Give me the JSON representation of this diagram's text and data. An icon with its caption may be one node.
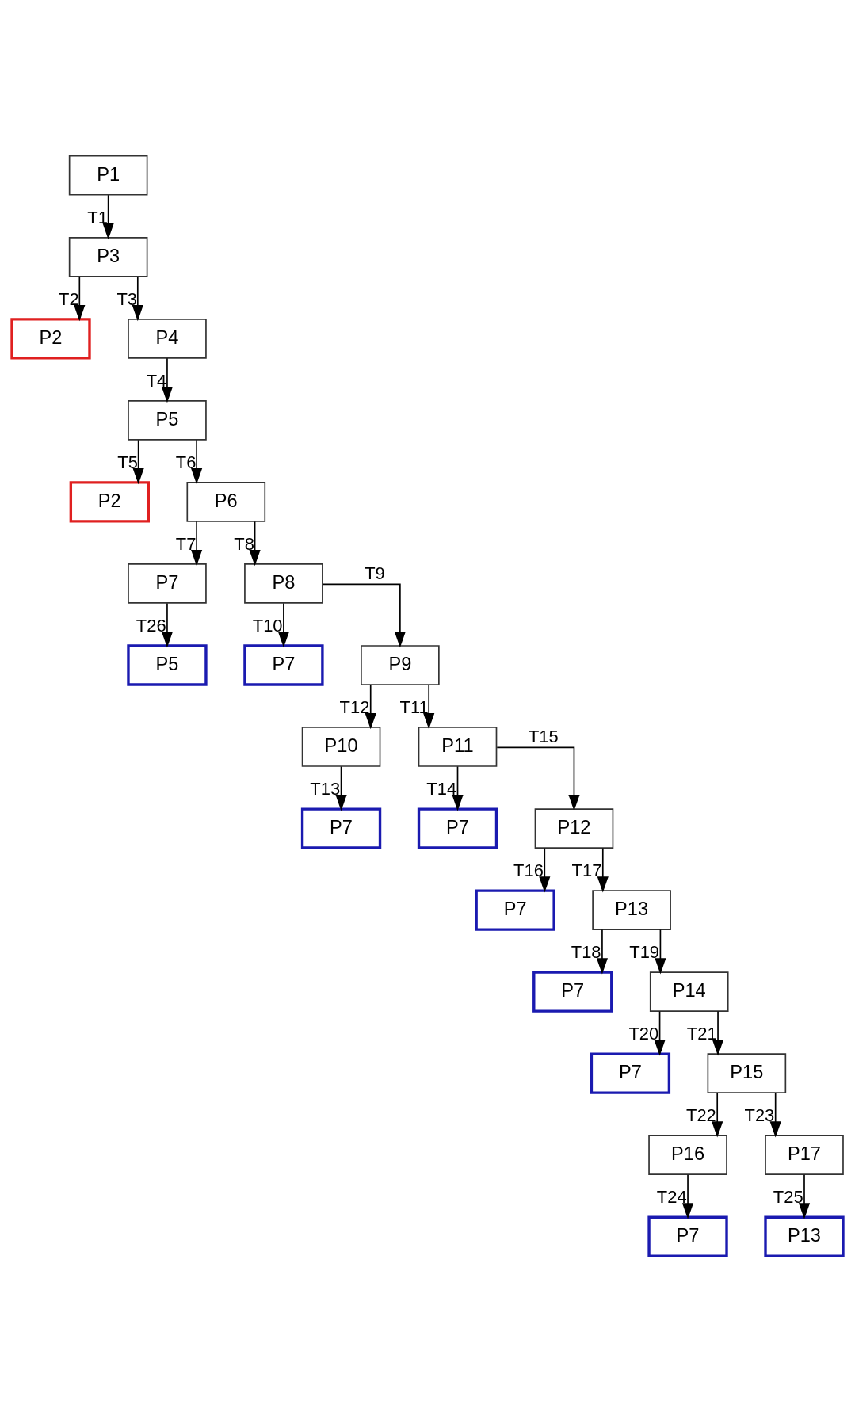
{
  "diagram": {
    "nodes": [
      {
        "text": [
          "P1"
        ]
      },
      {
        "text": [
          "P3"
        ]
      },
      {
        "text": [
          "P2"
        ]
      },
      {
        "text": [
          "P4"
        ]
      },
      {
        "text": [
          "P5"
        ]
      },
      {
        "text": [
          "P2"
        ]
      },
      {
        "text": [
          "P6"
        ]
      },
      {
        "text": [
          "P7"
        ]
      },
      {
        "text": [
          "P8"
        ]
      },
      {
        "text": [
          "P5"
        ]
      },
      {
        "text": [
          "P7"
        ]
      },
      {
        "text": [
          "P9"
        ]
      },
      {
        "text": [
          "P10"
        ]
      },
      {
        "text": [
          "P11"
        ]
      },
      {
        "text": [
          "P7"
        ]
      },
      {
        "text": [
          "P7"
        ]
      },
      {
        "text": [
          "P12"
        ]
      },
      {
        "text": [
          "P7"
        ]
      },
      {
        "text": [
          "P13"
        ]
      },
      {
        "text": [
          "P7"
        ]
      },
      {
        "text": [
          "P14"
        ]
      },
      {
        "text": [
          "P7"
        ]
      },
      {
        "text": [
          "P15"
        ]
      },
      {
        "text": [
          "P16"
        ]
      },
      {
        "text": [
          "P17"
        ]
      },
      {
        "text": [
          "P7"
        ]
      },
      {
        "text": [
          "P13"
        ]
      }
    ],
    "edges": [
      {
        "from": 0,
        "to": 1,
        "arrow": "to",
        "label": "T1"
      },
      {
        "from": 1,
        "to": 2,
        "arrow": "to",
        "label": "T2"
      },
      {
        "from": 1,
        "to": 3,
        "arrow": "to",
        "label": "T3"
      },
      {
        "from": 3,
        "to": 4,
        "arrow": "to",
        "label": "T4"
      },
      {
        "from": 4,
        "to": 5,
        "arrow": "to",
        "label": "T5"
      },
      {
        "from": 4,
        "to": 6,
        "arrow": "to",
        "label": "T6"
      },
      {
        "from": 6,
        "to": 7,
        "arrow": "to",
        "label": "T7"
      },
      {
        "from": 6,
        "to": 8,
        "arrow": "to",
        "label": "T8"
      },
      {
        "from": 7,
        "to": 9,
        "arrow": "to",
        "label": "T26"
      },
      {
        "from": 8,
        "to": 10,
        "arrow": "to",
        "label": "T10"
      },
      {
        "from": 8,
        "to": 11,
        "arrow": "to",
        "label": "T9"
      },
      {
        "from": 11,
        "to": 12,
        "arrow": "to",
        "label": "T12"
      },
      {
        "from": 11,
        "to": 13,
        "arrow": "to",
        "label": "T11"
      },
      {
        "from": 12,
        "to": 14,
        "arrow": "to",
        "label": "T13"
      },
      {
        "from": 13,
        "to": 15,
        "arrow": "to",
        "label": "T14"
      },
      {
        "from": 13,
        "to": 16,
        "arrow": "to",
        "label": "T15"
      },
      {
        "from": 16,
        "to": 17,
        "arrow": "to",
        "label": "T16"
      },
      {
        "from": 16,
        "to": 18,
        "arrow": "to",
        "label": "T17"
      },
      {
        "from": 18,
        "to": 19,
        "arrow": "to",
        "label": "T18"
      },
      {
        "from": 18,
        "to": 20,
        "arrow": "to",
        "label": "T19"
      },
      {
        "from": 20,
        "to": 21,
        "arrow": "to",
        "label": "T20"
      },
      {
        "from": 20,
        "to": 22,
        "arrow": "to",
        "label": "T21"
      },
      {
        "from": 22,
        "to": 23,
        "arrow": "to",
        "label": "T22"
      },
      {
        "from": 22,
        "to": 24,
        "arrow": "to",
        "label": "T23"
      },
      {
        "from": 23,
        "to": 25,
        "arrow": "to",
        "label": "T24"
      },
      {
        "from": 24,
        "to": 26,
        "arrow": "to",
        "label": "T25"
      }
    ]
  }
}
